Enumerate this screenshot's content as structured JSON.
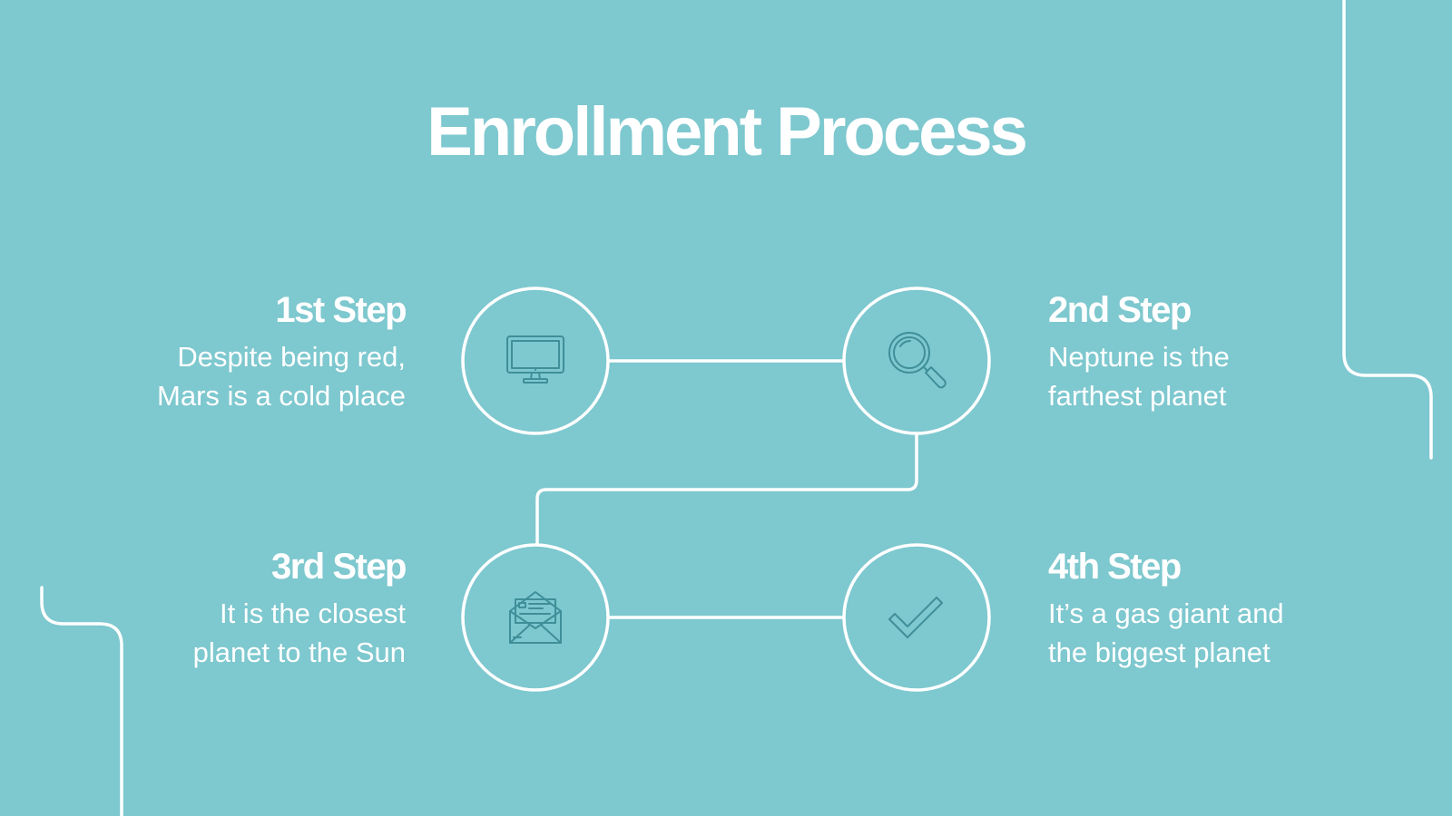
{
  "colors": {
    "background": "#7ec8cf",
    "line": "#ffffff",
    "icon": "#3f8f99"
  },
  "title": "Enrollment Process",
  "steps": [
    {
      "title": "1st Step",
      "description": "Despite being red, Mars is a cold place",
      "icon": "computer-monitor-icon"
    },
    {
      "title": "2nd Step",
      "description": "Neptune is the farthest planet",
      "icon": "magnifying-glass-icon"
    },
    {
      "title": "3rd Step",
      "description": "It is the closest planet to the Sun",
      "icon": "open-envelope-icon"
    },
    {
      "title": "4th Step",
      "description": "It’s a gas giant and the biggest planet",
      "icon": "checkmark-icon"
    }
  ]
}
